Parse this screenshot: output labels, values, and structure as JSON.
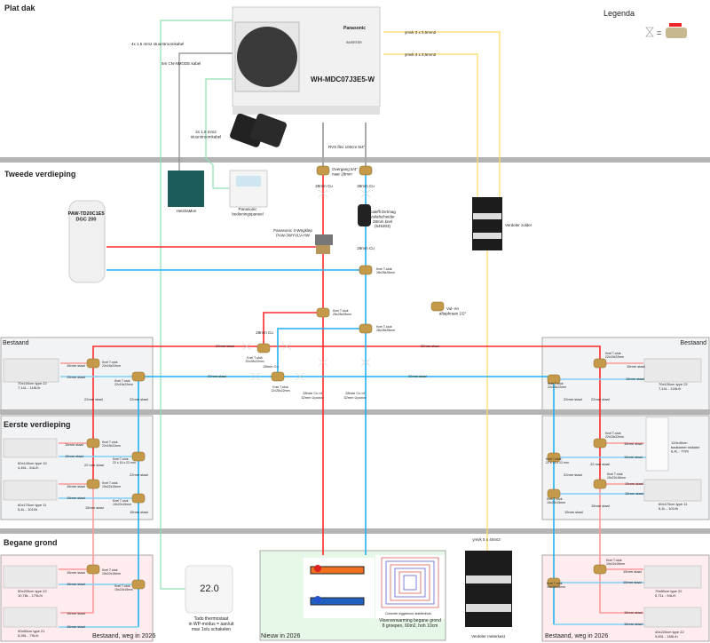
{
  "title": "Installatieschema warmtepomp",
  "colors": {
    "supply": "#ff2a2a",
    "return": "#22b0f0",
    "control_cable": "#8fe0b0",
    "power_cable": "#ffd860",
    "network_cable": "#888888",
    "existing_box": "#f2f3f5",
    "removed_box": "#ffecee",
    "new_box": "#e8f8e8",
    "removed_text": "#ff3b3b",
    "new_text": "#2db84a",
    "floor": "#b4b4b4"
  },
  "legend": {
    "title": "Legenda",
    "symbol": "valve-x-icon",
    "equals": "=",
    "meaning": "ball-valve-icon"
  },
  "labels": [
    {
      "name": "section-plat-dak",
      "text": [
        "Plat dak"
      ]
    },
    {
      "name": "section-tweede-verdieping",
      "text": [
        "Tweede verdieping"
      ]
    },
    {
      "name": "section-eerste-verdieping",
      "text": [
        "Eerste verdieping"
      ]
    },
    {
      "name": "section-begane-grond",
      "text": [
        "Begane grond"
      ]
    },
    {
      "name": "cable-4x15",
      "text": [
        "4x 1,5 mm2 stuurstroomkabel"
      ]
    },
    {
      "name": "cable-cn-nmode",
      "text": [
        "5m CN-NMODE kabel"
      ]
    },
    {
      "name": "cable-2x15",
      "text": [
        "2x 1,5 mm2",
        "stuurstroomkabel"
      ]
    },
    {
      "name": "heatpump-model",
      "text": [
        "WH-MDC07J3E5-W"
      ]
    },
    {
      "name": "heatpump-brand",
      "text": [
        "Panasonic"
      ]
    },
    {
      "name": "heatpump-inverter",
      "text": [
        "INVERTER"
      ]
    },
    {
      "name": "power-cable-1",
      "text": [
        "ymvk 3 x 2,5mm2"
      ]
    },
    {
      "name": "power-cable-2",
      "text": [
        "ymvk 3 x 2,5mm2"
      ]
    },
    {
      "name": "rvs-flex",
      "text": [
        "RVS flex 100cm 5/4\""
      ]
    },
    {
      "name": "boiler",
      "text": [
        "PAW-TD20C1E5",
        "DGC 200"
      ]
    },
    {
      "name": "heishamon",
      "text": [
        "HeishaMon"
      ]
    },
    {
      "name": "control-panel",
      "text": [
        "Panasonic",
        "bedieningspaneel"
      ]
    },
    {
      "name": "overgang",
      "text": [
        "Overgang  5/4\"",
        "naar 28mm"
      ]
    },
    {
      "name": "cu-28-a",
      "text": [
        "28mm Cu"
      ]
    },
    {
      "name": "cu-28-b",
      "text": [
        "28mm Cu"
      ]
    },
    {
      "name": "dirtmag",
      "text": [
        "Caleffi Dirtmag",
        "vuilafscheider",
        "28mm knel",
        "(545303)"
      ]
    },
    {
      "name": "three-way-valve",
      "text": [
        "Panasonic 3-Wegklep",
        "PAW-3WYVLV-HW"
      ]
    },
    {
      "name": "cu-28-c",
      "text": [
        "28mm Cu"
      ]
    },
    {
      "name": "tee-28-a",
      "text": [
        "Knel T-stuk",
        "28x28x28mm"
      ]
    },
    {
      "name": "verdeler-zolder",
      "text": [
        "Verdeler zolder"
      ]
    },
    {
      "name": "vul-aftapkraan",
      "text": [
        "Vul- en",
        "aftapkraan 1/2\""
      ]
    },
    {
      "name": "tee-28-b",
      "text": [
        "Knel T-stuk",
        "28x28x28mm"
      ]
    },
    {
      "name": "tee-28-c",
      "text": [
        "Knel T-stuk",
        "28x28x28mm"
      ]
    },
    {
      "name": "cu-28-d",
      "text": [
        "28mm Cu"
      ]
    },
    {
      "name": "bestaand-left",
      "text": [
        "Bestaand"
      ]
    },
    {
      "name": "bestaand-right",
      "text": [
        "Bestaand"
      ]
    },
    {
      "name": "staal-22-a",
      "text": [
        "22mm staal"
      ]
    },
    {
      "name": "staal-22-b",
      "text": [
        "22mm staal"
      ]
    },
    {
      "name": "tee-22x28-a",
      "text": [
        "Knel T-stuk",
        "22x28x22mm"
      ]
    },
    {
      "name": "cu-28-e",
      "text": [
        "28mm Cu"
      ]
    },
    {
      "name": "staal-22-c",
      "text": [
        "22mm staal"
      ]
    },
    {
      "name": "staal-22-d",
      "text": [
        "22mm staal"
      ]
    },
    {
      "name": "tee-22x28-b",
      "text": [
        "Knel T-stuk",
        "22x28x22mm"
      ]
    },
    {
      "name": "uponor-supply",
      "text": [
        "28mm Cu of",
        "32mm Uponor"
      ]
    },
    {
      "name": "uponor-return",
      "text": [
        "28mm Cu of",
        "32mm Uponor"
      ]
    },
    {
      "name": "l2-tee-s",
      "text": [
        "Knel T-stuk",
        "22x15x22mm"
      ]
    },
    {
      "name": "l2-staal-s",
      "text": [
        "15mm staal"
      ]
    },
    {
      "name": "l2-staal-r",
      "text": [
        "15mm staal"
      ]
    },
    {
      "name": "l2-tee-r",
      "text": [
        "Knel T-stuk",
        "22x15x22mm"
      ]
    },
    {
      "name": "l2-radiator",
      "text": [
        "70x100cm type 22",
        "7,14L - 118L/h"
      ]
    },
    {
      "name": "l2-staal-22-s",
      "text": [
        "22mm staal"
      ]
    },
    {
      "name": "l2-staal-22-r",
      "text": [
        "22mm staal"
      ]
    },
    {
      "name": "l1a-tee-s",
      "text": [
        "Knel T-stuk",
        "22x15x22mm"
      ]
    },
    {
      "name": "l1a-staal-s",
      "text": [
        "15mm staal"
      ]
    },
    {
      "name": "l1a-staal-r",
      "text": [
        "15mm staal"
      ]
    },
    {
      "name": "l1a-tee-r",
      "text": [
        "Knel T-stuk",
        "22 x 15 x 22 mm"
      ]
    },
    {
      "name": "l1a-radiator",
      "text": [
        "60x140cm type 10",
        "4,45L - 64L/h"
      ]
    },
    {
      "name": "l1a-staal-22-s",
      "text": [
        "22 mm staal"
      ]
    },
    {
      "name": "l1a-staal-22-r",
      "text": [
        "22mm staal"
      ]
    },
    {
      "name": "l1b-tee-s",
      "text": [
        "Knel T-stuk",
        "15x22x15mm"
      ]
    },
    {
      "name": "l1b-staal-s",
      "text": [
        "15mm staal"
      ]
    },
    {
      "name": "l1b-staal-r",
      "text": [
        "15mm staal"
      ]
    },
    {
      "name": "l1b-tee-r",
      "text": [
        "Knel T-stuk",
        "15x22x15mm"
      ]
    },
    {
      "name": "l1b-radiator",
      "text": [
        "60x170cm type 11",
        "5,4L - 101l/h"
      ]
    },
    {
      "name": "l1b-staal-15-s",
      "text": [
        "15mm staal"
      ]
    },
    {
      "name": "l1b-staal-15-r",
      "text": [
        "15mm staal"
      ]
    },
    {
      "name": "r2-tee-s",
      "text": [
        "Knel T-stuk",
        "22x15x22mm"
      ]
    },
    {
      "name": "r2-staal-s",
      "text": [
        "15mm staal"
      ]
    },
    {
      "name": "r2-staal-r",
      "text": [
        "15mm staal"
      ]
    },
    {
      "name": "r2-tee-r",
      "text": [
        "Knel T-stuk",
        "22x15x22mm"
      ]
    },
    {
      "name": "r2-radiator",
      "text": [
        "70x100cm type 22",
        "7,14L - 118L/h"
      ]
    },
    {
      "name": "r2-staal-22-r",
      "text": [
        "22mm staal"
      ]
    },
    {
      "name": "r2-staal-22-s",
      "text": [
        "22mm staal"
      ]
    },
    {
      "name": "r1a-tee-s",
      "text": [
        "Knel T-stuk",
        "22x15x22mm"
      ]
    },
    {
      "name": "r1a-staal-s",
      "text": [
        "15mm staal"
      ]
    },
    {
      "name": "r1a-radiator",
      "text": [
        "120x40cm",
        "badkamer radiator",
        "6,4L - 77l/h"
      ]
    },
    {
      "name": "r1a-staal-r",
      "text": [
        "15mm staal"
      ]
    },
    {
      "name": "r1a-tee-r",
      "text": [
        "Knel T-stuk",
        "22 x 15 x 22 mm"
      ]
    },
    {
      "name": "r1a-staal-22-s",
      "text": [
        "22 mm staal"
      ]
    },
    {
      "name": "r1a-staal-22-r",
      "text": [
        "22mm staal"
      ]
    },
    {
      "name": "r1b-tee-s",
      "text": [
        "Knel T-stuk",
        "15x22x15mm"
      ]
    },
    {
      "name": "r1b-staal-s",
      "text": [
        "15mm staal"
      ]
    },
    {
      "name": "r1b-staal-r",
      "text": [
        "15mm staal"
      ]
    },
    {
      "name": "r1b-tee-r",
      "text": [
        "Knel T-stuk",
        "15x22x15mm"
      ]
    },
    {
      "name": "r1b-radiator",
      "text": [
        "60x170cm type 11",
        "5,4L - 101l/h"
      ]
    },
    {
      "name": "r1b-staal-15-s",
      "text": [
        "15mm staal"
      ]
    },
    {
      "name": "r1b-staal-15-r",
      "text": [
        "15mm staal"
      ]
    },
    {
      "name": "l0-tee-s",
      "text": [
        "Knel T-stuk",
        "15x22x15mm"
      ]
    },
    {
      "name": "l0-staal-s1",
      "text": [
        "15mm staal"
      ]
    },
    {
      "name": "l0-staal-r1",
      "text": [
        "15mm staal"
      ]
    },
    {
      "name": "l0-tee-r",
      "text": [
        "Knel T-stuk",
        "15x22x15mm"
      ]
    },
    {
      "name": "l0-radiator-1",
      "text": [
        "50x200cm type 22",
        "10,78L - 179L/h"
      ]
    },
    {
      "name": "l0-staal-s2",
      "text": [
        "15mm staal"
      ]
    },
    {
      "name": "l0-staal-r2",
      "text": [
        "15mm staal"
      ]
    },
    {
      "name": "l0-radiator-2",
      "text": [
        "90x80cm type 21",
        "5,28L - 79L/h"
      ]
    },
    {
      "name": "l0-status",
      "text": [
        "Bestaand, weg in 2026"
      ]
    },
    {
      "name": "tado",
      "text": [
        "Tado thermostaat",
        "in WP-modus = aan/uit",
        "max 1x/u schakelen"
      ]
    },
    {
      "name": "tado-display",
      "text": [
        "22.0"
      ]
    },
    {
      "name": "new-status",
      "text": [
        "Nieuw in 2026"
      ]
    },
    {
      "name": "ufh-pattern",
      "text": [
        "Concrete leggatroon: slakkenhuis"
      ]
    },
    {
      "name": "ufh",
      "text": [
        "Vloerverwarming begane grond",
        "8 groepen, 60m2, hoh 10cm"
      ]
    },
    {
      "name": "power-cable-meter",
      "text": [
        "ymvk 5 x 4mm2"
      ]
    },
    {
      "name": "verdeler-meterkast",
      "text": [
        "Verdeler meterkast"
      ]
    },
    {
      "name": "r0-tee-s",
      "text": [
        "Knel T-stuk",
        "15x22x15mm"
      ]
    },
    {
      "name": "r0-staal-s1",
      "text": [
        "15mm staal"
      ]
    },
    {
      "name": "r0-staal-r1",
      "text": [
        "15mm staal"
      ]
    },
    {
      "name": "r0-tee-r",
      "text": [
        "Knel T-stuk",
        "15x22x15mm"
      ]
    },
    {
      "name": "r0-radiator-1",
      "text": [
        "70x80cm type 22",
        "5,71L - 94L/h"
      ]
    },
    {
      "name": "r0-staal-s2",
      "text": [
        "15mm staal"
      ]
    },
    {
      "name": "r0-staal-r2",
      "text": [
        "15mm staal"
      ]
    },
    {
      "name": "r0-radiator-2",
      "text": [
        "40x220cm type 22",
        "9,83L - 165L/h"
      ]
    },
    {
      "name": "r0-status",
      "text": [
        "Bestaand, weg in 2026"
      ]
    }
  ]
}
